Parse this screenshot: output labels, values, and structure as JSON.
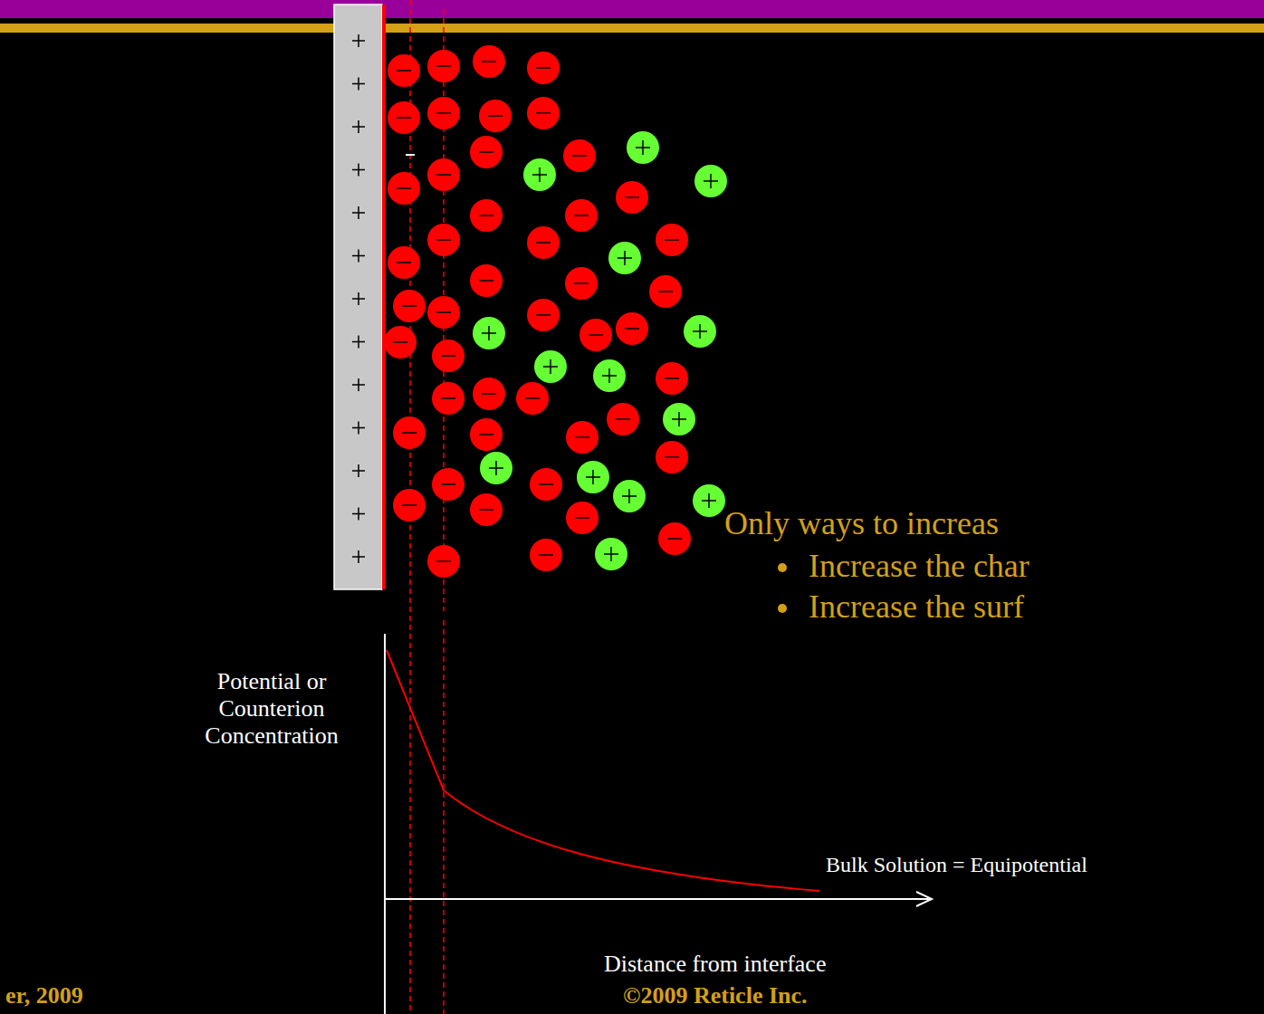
{
  "diagram": {
    "labels": [
      "Only ways to increas",
      "Increase the char",
      "Increase the surf",
      "Potential or Counterion Concentration",
      "Bulk Solution = Equipotential",
      "Distance from interface",
      "©2009 Reticle Inc.",
      "er, 2009"
    ]
  }
}
